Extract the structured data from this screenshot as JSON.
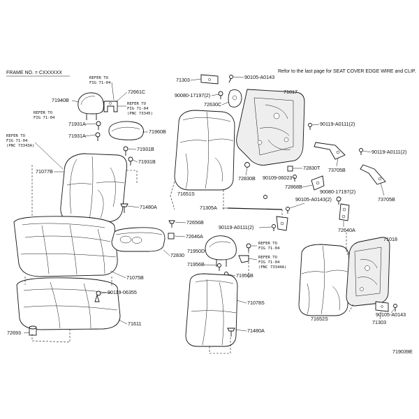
{
  "header": {
    "frame_no": "FRAME NO. = CXXXXXX",
    "note": "Refor to the last page for SEAT COVER EDGE WIRE and CLIP."
  },
  "figure_id": "719039E",
  "refs": {
    "r1": [
      "REFER TO",
      "FIG 71-04"
    ],
    "r2": [
      "REFER TO",
      "FIG 71-04",
      "(PNC 73345)"
    ],
    "r3": [
      "REFER TO",
      "FIG 71-04"
    ],
    "r4": [
      "REFER TO",
      "FIG 71-04",
      "(PNC 73343A)"
    ],
    "r5": [
      "REFER TO",
      "FIG 71-04"
    ],
    "r6": [
      "REFER TO",
      "FIG 71-04",
      "(PNC 73344A)"
    ]
  },
  "labels": {
    "p71940B": "71940B",
    "p72661C": "72661C",
    "p71931A_1": "71931A",
    "p71931A_2": "71931A",
    "p71960B": "71960B",
    "p71931B_1": "71931B",
    "p71931B_2": "71931B",
    "p71077B": "71077B",
    "p71480A_1": "71480A",
    "p72656B": "72656B",
    "p72646A": "72646A",
    "p72830": "72830",
    "p71075B": "71075B",
    "p90119_06355": "90119-06355",
    "p71611": "71611",
    "p72693": "72693",
    "p71303_1": "71303",
    "p90105_A0143_1": "90105-A0143",
    "p90080_17197_1": "90080-17197(2)",
    "p72630C": "72630C",
    "p71017": "71017",
    "p71651S": "71651S",
    "p90119_A0111_1": "90119-A0111(2)",
    "p90119_A0111_2": "90119-A0111(2)",
    "p72830T": "72830T",
    "p72830B": "72830B",
    "p90109_06023": "90109-06023",
    "p72868B": "72868B",
    "p73705B_1": "73705B",
    "p73705B_2": "73705B",
    "p90080_17197_2": "90080-17197(2)",
    "p71305A": "71305A",
    "p90105_A0143_2": "90105-A0143(2)",
    "p90119_A0111_3": "90119-A0111(2)",
    "p72640A": "72640A",
    "p71950D": "71950D",
    "p71956B_1": "71956B",
    "p71956B_2": "71956B",
    "p71018": "71018",
    "p71078S": "71078S",
    "p71652S": "71652S",
    "p71480A_2": "71480A",
    "p71303_2": "71303",
    "p90105_A0143_3": "90105-A0143"
  }
}
